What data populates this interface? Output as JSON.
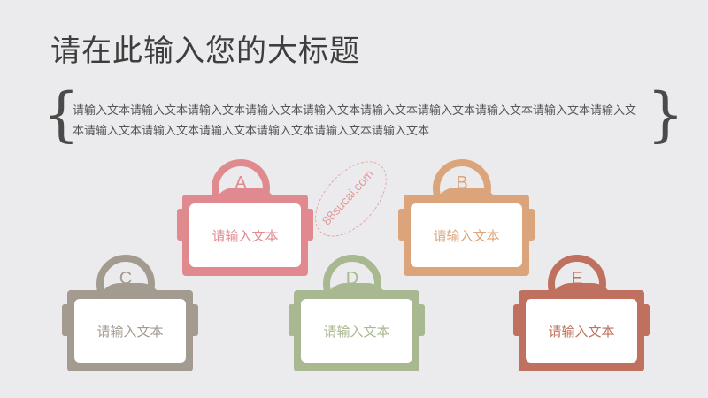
{
  "title": "请在此输入您的大标题",
  "intro": "请输入文本请输入文本请输入文本请输入文本请输入文本请输入文本请输入文本请输入文本请输入文本请输入文本请输入文本请输入文本请输入文本请输入文本请输入文本请输入文本",
  "watermark": "88sucai.com",
  "nodes": [
    {
      "letter": "A",
      "label": "请输入文本",
      "color": "#e08a90"
    },
    {
      "letter": "B",
      "label": "请输入文本",
      "color": "#dca47a"
    },
    {
      "letter": "C",
      "label": "请输入文本",
      "color": "#a39a90"
    },
    {
      "letter": "D",
      "label": "请输入文本",
      "color": "#a8b890"
    },
    {
      "letter": "E",
      "label": "请输入文本",
      "color": "#c0705e"
    }
  ]
}
